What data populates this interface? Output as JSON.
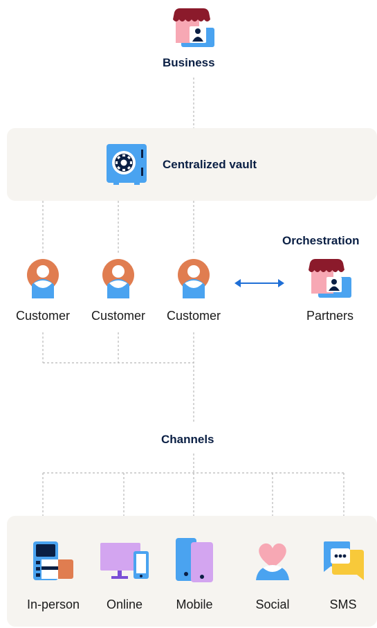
{
  "business": {
    "label": "Business",
    "icon": "storefront-icon"
  },
  "vault": {
    "label": "Centralized vault",
    "icon": "safe-icon"
  },
  "customers": [
    {
      "label": "Customer",
      "icon": "person-icon"
    },
    {
      "label": "Customer",
      "icon": "person-icon"
    },
    {
      "label": "Customer",
      "icon": "person-icon"
    }
  ],
  "orchestration": {
    "label": "Orchestration",
    "partner_label": "Partners",
    "icon": "storefront-icon",
    "arrow_icon": "double-arrow-icon"
  },
  "channels": {
    "title": "Channels",
    "items": [
      {
        "label": "In-person",
        "icon": "pos-terminal-icon"
      },
      {
        "label": "Online",
        "icon": "desktop-icon"
      },
      {
        "label": "Mobile",
        "icon": "mobile-phone-icon"
      },
      {
        "label": "Social",
        "icon": "heart-person-icon"
      },
      {
        "label": "SMS",
        "icon": "chat-bubble-icon"
      }
    ]
  },
  "colors": {
    "navy": "#0a1f44",
    "panel": "#f6f4f0",
    "blue": "#4aa3f0",
    "pink": "#f7a8b4",
    "maroon": "#8b1a2b",
    "orange": "#e07d50",
    "purple": "#d3a5f0",
    "yellow": "#f8c93a",
    "arrow": "#1f6fd6"
  }
}
